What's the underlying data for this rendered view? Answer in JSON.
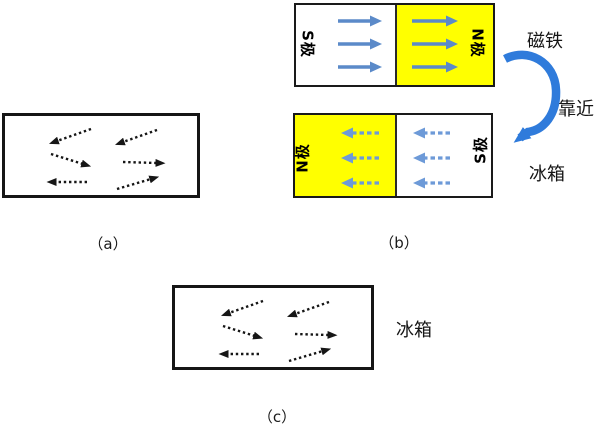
{
  "colors": {
    "pole_yellow": "#ffff00",
    "field_arrow_blue": "#5b8ac9",
    "dashed_arrow_blue": "#6d9ad8",
    "approach_arrow_blue": "#2f7bdb",
    "domain_arrow_black": "#161616"
  },
  "panel_a": {
    "label": "（a）"
  },
  "panel_b": {
    "label": "（b）",
    "top_bar": {
      "left_pole": "S极",
      "right_pole": "N极"
    },
    "bottom_bar": {
      "left_pole": "N极",
      "right_pole": "S极"
    },
    "caption_magnet": "磁铁",
    "caption_approach": "靠近",
    "caption_fridge": "冰箱"
  },
  "panel_c": {
    "label": "（c）",
    "caption_fridge": "冰箱"
  }
}
